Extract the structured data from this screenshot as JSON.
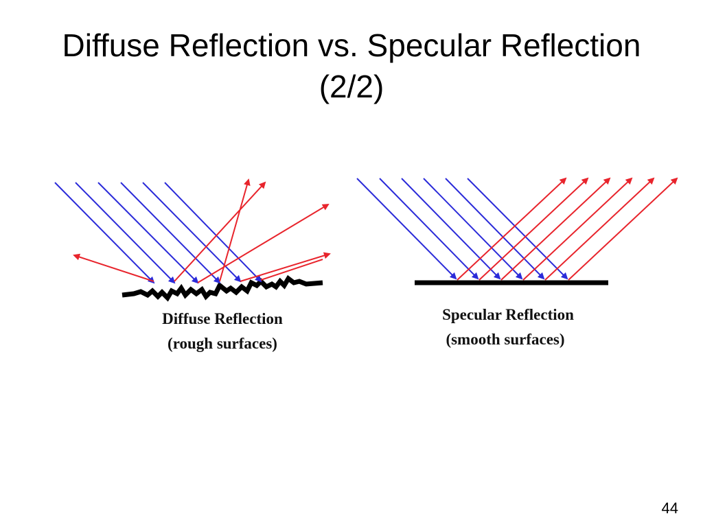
{
  "slide": {
    "title_line1": "Diffuse Reflection vs. Specular Reflection",
    "title_line2": "(2/2)",
    "page_number": "44"
  },
  "diffuse": {
    "caption_line1": "Diffuse Reflection",
    "caption_line2": "(rough surfaces)",
    "incident_color": "#2b2bd9",
    "reflected_color": "#e8242c",
    "surface_color": "#000000"
  },
  "specular": {
    "caption_line1": "Specular Reflection",
    "caption_line2": "(smooth surfaces)",
    "incident_color": "#2b2bd9",
    "reflected_color": "#e8242c",
    "surface_color": "#000000"
  }
}
